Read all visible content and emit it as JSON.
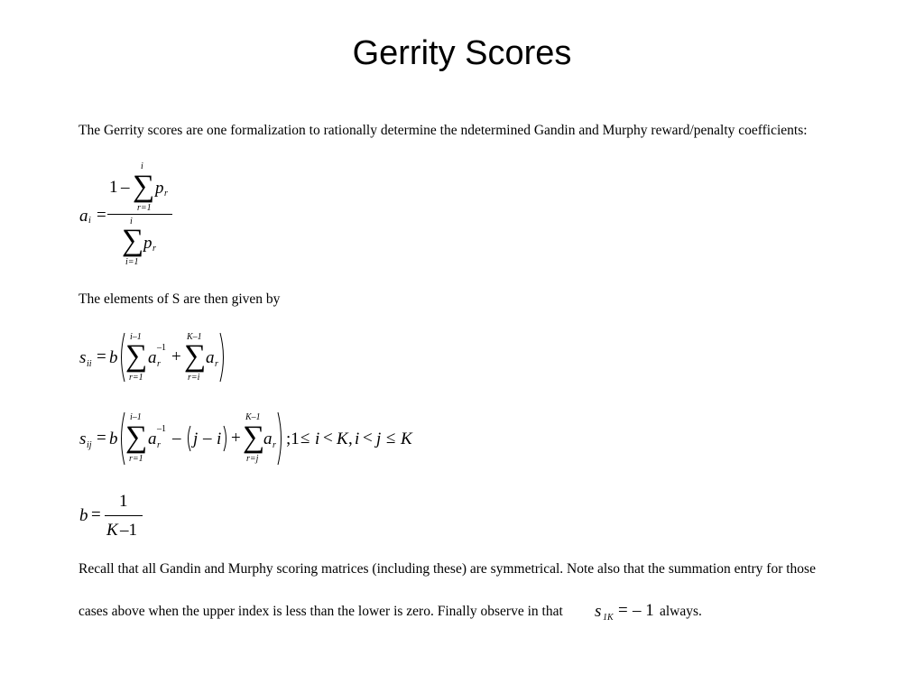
{
  "title": "Gerrity Scores",
  "intro": "The Gerrity scores are one formalization to rationally determine the ndetermined Gandin and Murphy reward/penalty coefficients:",
  "elements_text": "The elements of S are then given by",
  "recall_line1": "Recall that all Gandin and Murphy scoring matrices (including these) are symmetrical.  Note also that the summation entry for those",
  "recall_line2": "cases above when the upper index is less than the lower is zero.  Finally observe in  that",
  "recall_end": "always.",
  "eq_a": {
    "lhs": "a",
    "lhs_sub": "i",
    "eq": "=",
    "one": "1",
    "minus": "–",
    "sigma": "∑",
    "p": "p",
    "p_sub": "r",
    "num_upper": "i",
    "num_lower": "r=1",
    "den_upper": "i",
    "den_lower": "i=1"
  },
  "eq_sii": {
    "lhs": "s",
    "lhs_sub": "ii",
    "eq": "=",
    "b": "b",
    "sigma": "∑",
    "u1": "i–1",
    "l1": "r=1",
    "a": "a",
    "a_sub": "r",
    "exp": "–1",
    "plus": "+",
    "u2": "K–1",
    "l2": "r=i"
  },
  "eq_sij": {
    "lhs": "s",
    "lhs_sub": "ij",
    "eq": "=",
    "b": "b",
    "sigma": "∑",
    "u1": "i–1",
    "l1": "r=1",
    "a": "a",
    "a_sub": "r",
    "exp": "–1",
    "minus_mid": "–",
    "j": "j",
    "minus_inner": "–",
    "i": "i",
    "plus": "+",
    "u2": "K–1",
    "l2": "r=j",
    "cond_a": ";1",
    "cond_leq1": "≤",
    "cond_i1": "i",
    "cond_lt1": "<",
    "cond_k1": "K",
    "cond_comma": ",",
    "cond_i2": "i",
    "cond_lt2": "<",
    "cond_j": "j",
    "cond_leq2": "≤",
    "cond_k2": "K"
  },
  "eq_b": {
    "lhs": "b",
    "eq": "=",
    "num": "1",
    "den_k": "K",
    "den_rest": "–1"
  },
  "eq_s1k": {
    "s": "s",
    "sub": "1K",
    "eq": "=",
    "val": "– 1"
  }
}
